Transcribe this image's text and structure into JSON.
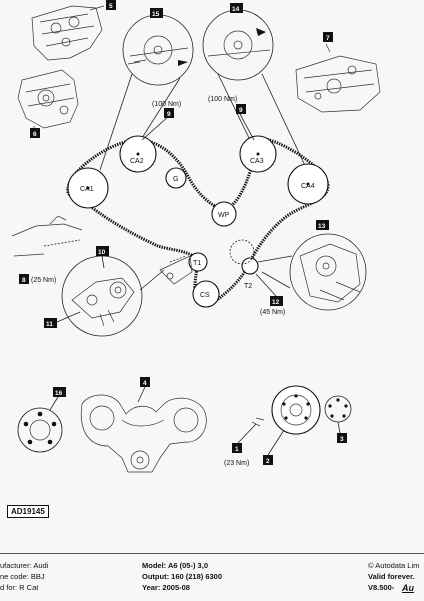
{
  "diagram": {
    "pulleys": {
      "ca1": "CA1",
      "ca2": "CA2",
      "ca3": "CA3",
      "ca4": "CA4",
      "g": "G",
      "wp": "WP",
      "t1": "T1",
      "t2": "T2",
      "cs": "CS"
    },
    "callouts": {
      "c1": "1",
      "c2": "2",
      "c3": "3",
      "c4": "4",
      "c5": "5",
      "c6": "6",
      "c7": "7",
      "c8": "8",
      "c9a": "9",
      "c9b": "9",
      "c10": "10",
      "c11": "11",
      "c12": "12",
      "c13": "13",
      "c14": "14",
      "c15": "15",
      "c16": "16"
    },
    "torques": {
      "ca_left": "(100 Nm)",
      "ca_right": "(100 Nm)",
      "c8": "(25 Nm)",
      "c12": "(45 Nm)",
      "c1": "(23 Nm)"
    }
  },
  "code": "AD19145",
  "footer": {
    "left": [
      "ufacturer: Audi",
      "ne code: BBJ",
      "d for: R Cat"
    ],
    "mid": [
      "Model: A6 (05-) 3,0",
      "Output: 160 (218) 6300",
      "Year: 2005-08"
    ],
    "right": [
      "© Autodata Lim",
      "Valid forever.",
      "V8.500-"
    ],
    "logo": "Au"
  }
}
